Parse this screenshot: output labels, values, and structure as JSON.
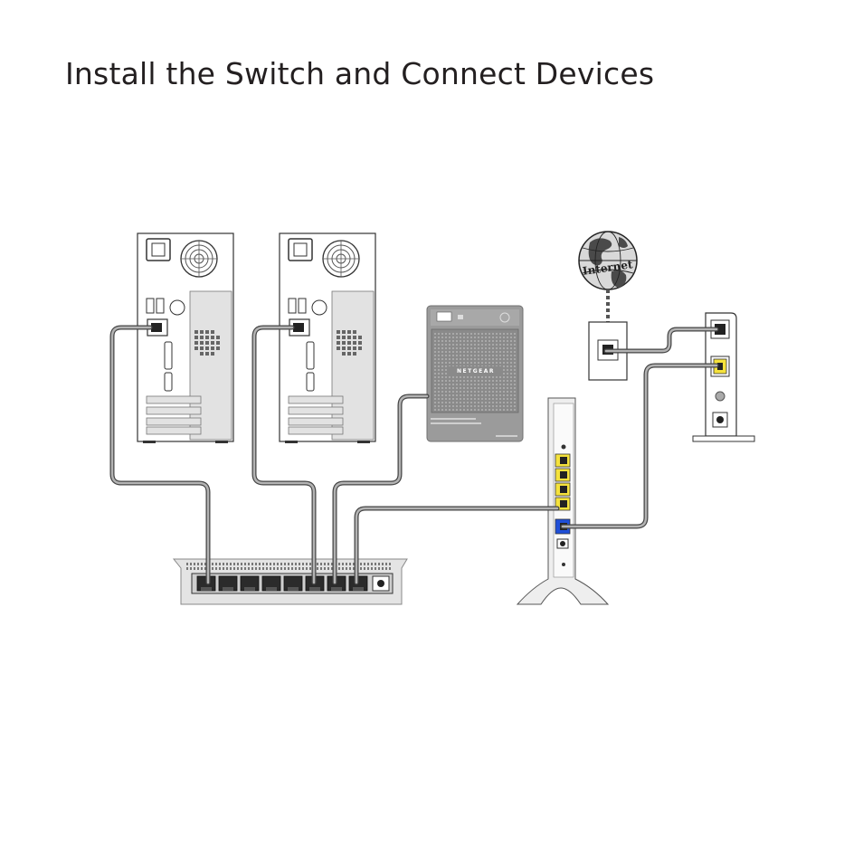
{
  "page": {
    "title": "Install the Switch and Connect Devices"
  },
  "devices": {
    "globe_label": "Internet",
    "nas_brand": "NETGEAR"
  },
  "colors": {
    "cable": "#8c8c8c",
    "cable_outline": "#444444",
    "lan_port": "#f5e23c",
    "wan_port": "#1f4fd8",
    "device_gray": "#e6e6e6",
    "nas_body": "#9b9b9b"
  }
}
